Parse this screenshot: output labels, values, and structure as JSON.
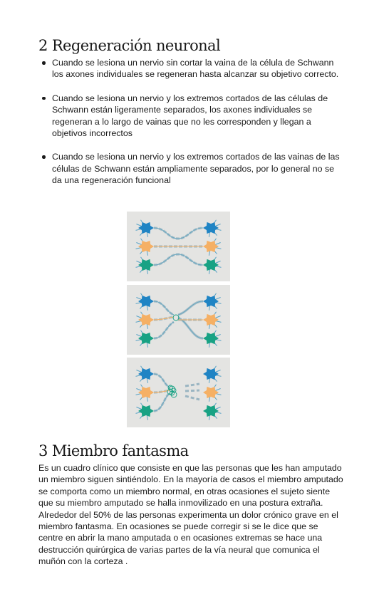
{
  "section2": {
    "heading": "2 Regeneración neuronal",
    "bullets": [
      "Cuando se lesiona un nervio sin cortar la vaina de la célula de Schwann los axones individuales se regeneran hasta alcanzar su objetivo correcto.",
      "Cuando se lesiona un nervio y los extremos cortados de las células de Schwann están ligeramente separados, los axones individuales se regeneran a lo largo de vainas que no les corresponden y llegan a objetivos incorrectos",
      "Cuando se lesiona un nervio y los extremos cortados de las vainas de las células de Schwann están ampliamente separados, por lo general no se da una regeneración funcional"
    ]
  },
  "figure": {
    "colors": {
      "panel_bg": "#e4e4e2",
      "blue": "#1f84c4",
      "orange": "#f5b065",
      "green": "#18a284",
      "dendrite": "#5aa3c6",
      "axon": "#6aa7c0",
      "sheath": "#9ab5c2"
    }
  },
  "section3": {
    "heading": "3 Miembro fantasma",
    "paragraph": "Es un cuadro clínico que consiste en que las personas que les han amputado un miembro siguen sintiéndolo. En la mayoría de casos el miembro amputado se comporta como un miembro normal, en otras ocasiones el sujeto siente que su miembro amputado se halla inmovilizado en una postura extraña. Alrededor del 50% de las personas experimenta un dolor crónico grave en el miembro fantasma. En ocasiones se puede corregir si se le dice que se centre en abrir la mano amputada o en ocasiones extremas se hace una destrucción quirúrgica de varias partes de la vía neural que comunica el muñón con la corteza ."
  }
}
